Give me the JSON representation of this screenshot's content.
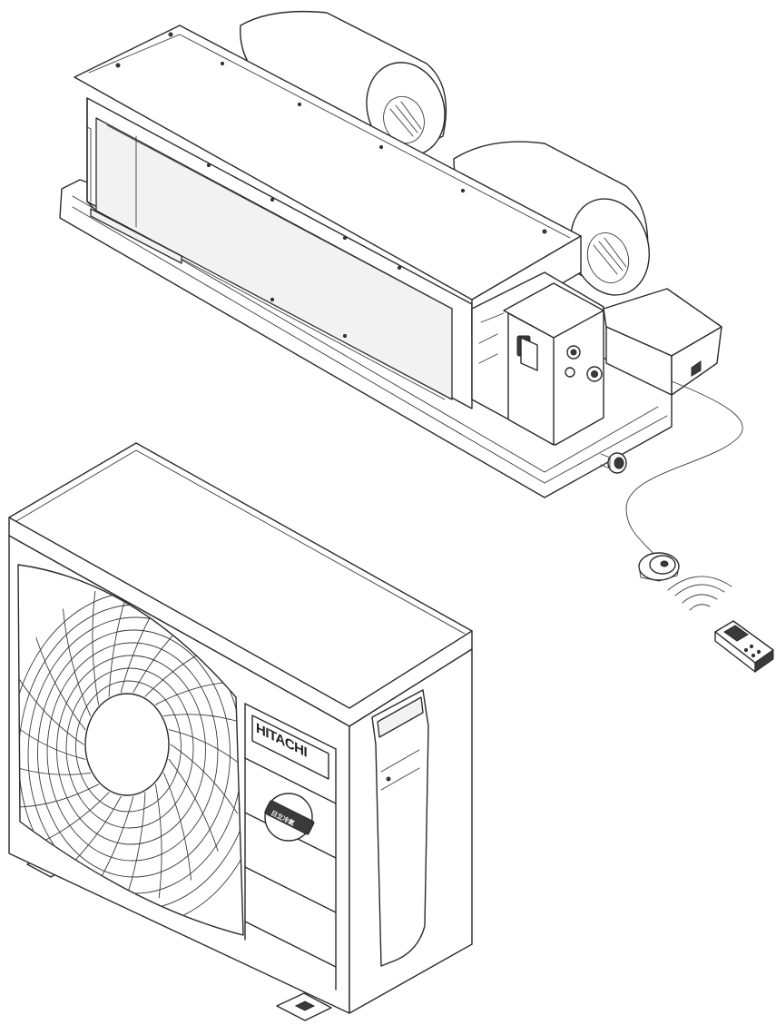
{
  "diagram": {
    "components": [
      "indoor-ducted-unit",
      "blower-fan",
      "electrical-box",
      "wired-receiver",
      "remote-controller",
      "outdoor-unit"
    ],
    "outdoor_unit": {
      "brand_label": "HITACHI",
      "badge_label": "日立冷氣"
    },
    "colors": {
      "line": "#2a2a2a",
      "background": "#ffffff",
      "panel": "#f2f2f2"
    }
  }
}
